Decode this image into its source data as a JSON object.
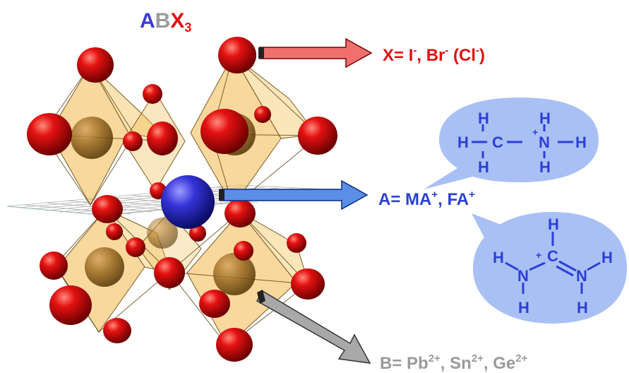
{
  "title": {
    "a": "A",
    "b": "B",
    "x": "X",
    "sub": "3"
  },
  "colors": {
    "a_site": "#3a3ae0",
    "b_site": "#9a9a9a",
    "x_site": "#e01010",
    "ion_label": "#2b3fd6",
    "octahedron": "#f2b84a",
    "bubble": "#a9c0f5"
  },
  "labels": {
    "x_site": {
      "prefix": "X= I",
      "sup1": "-",
      "mid1": ", Br",
      "sup2": "-",
      "mid2": " (Cl",
      "sup3": "-",
      "suffix": ")"
    },
    "a_site": {
      "prefix": "A= MA",
      "sup1": "+",
      "mid1": ", FA",
      "sup2": "+"
    },
    "b_site": {
      "prefix": "B= Pb",
      "sup1": "2+",
      "mid1": ", Sn",
      "sup2": "2+",
      "mid2": ", Ge",
      "sup3": "2+"
    }
  },
  "molecules": {
    "ma": {
      "atoms": [
        "H",
        "H",
        "H",
        "C",
        "N",
        "H",
        "H",
        "H"
      ],
      "charge": "+"
    },
    "fa": {
      "atoms": [
        "H",
        "C",
        "H",
        "N",
        "H",
        "N",
        "H",
        "H"
      ],
      "charge": "+"
    }
  }
}
